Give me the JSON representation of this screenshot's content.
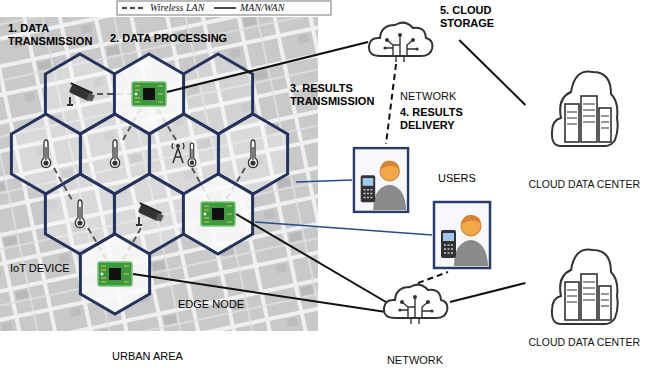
{
  "diagram": {
    "nodes": [
      {
        "text": [
          "NETWORK"
        ]
      },
      {
        "text": [
          "CLOUD DATA CENTER"
        ]
      },
      {
        "text": [
          "NETWORK"
        ]
      },
      {
        "text": [
          "CLOUD DATA CENTER"
        ]
      }
    ],
    "edges": [
      {
        "from": 0,
        "to": 1,
        "arrow": "none"
      },
      {
        "from": 2,
        "to": 3,
        "arrow": "none"
      }
    ],
    "labels": [
      "1. DATA TRANSMISSION",
      "2. DATA PROCESSING",
      "3. RESULTS TRANSMISSION",
      "4. RESULTS DELIVERY",
      "5. CLOUD STORAGE",
      "USERS",
      "IoT DEVICE",
      "EDGE NODE",
      "URBAN AREA"
    ],
    "legend": [
      {
        "text": "Wireless LAN"
      },
      {
        "text": "MAN/WAN"
      }
    ]
  }
}
